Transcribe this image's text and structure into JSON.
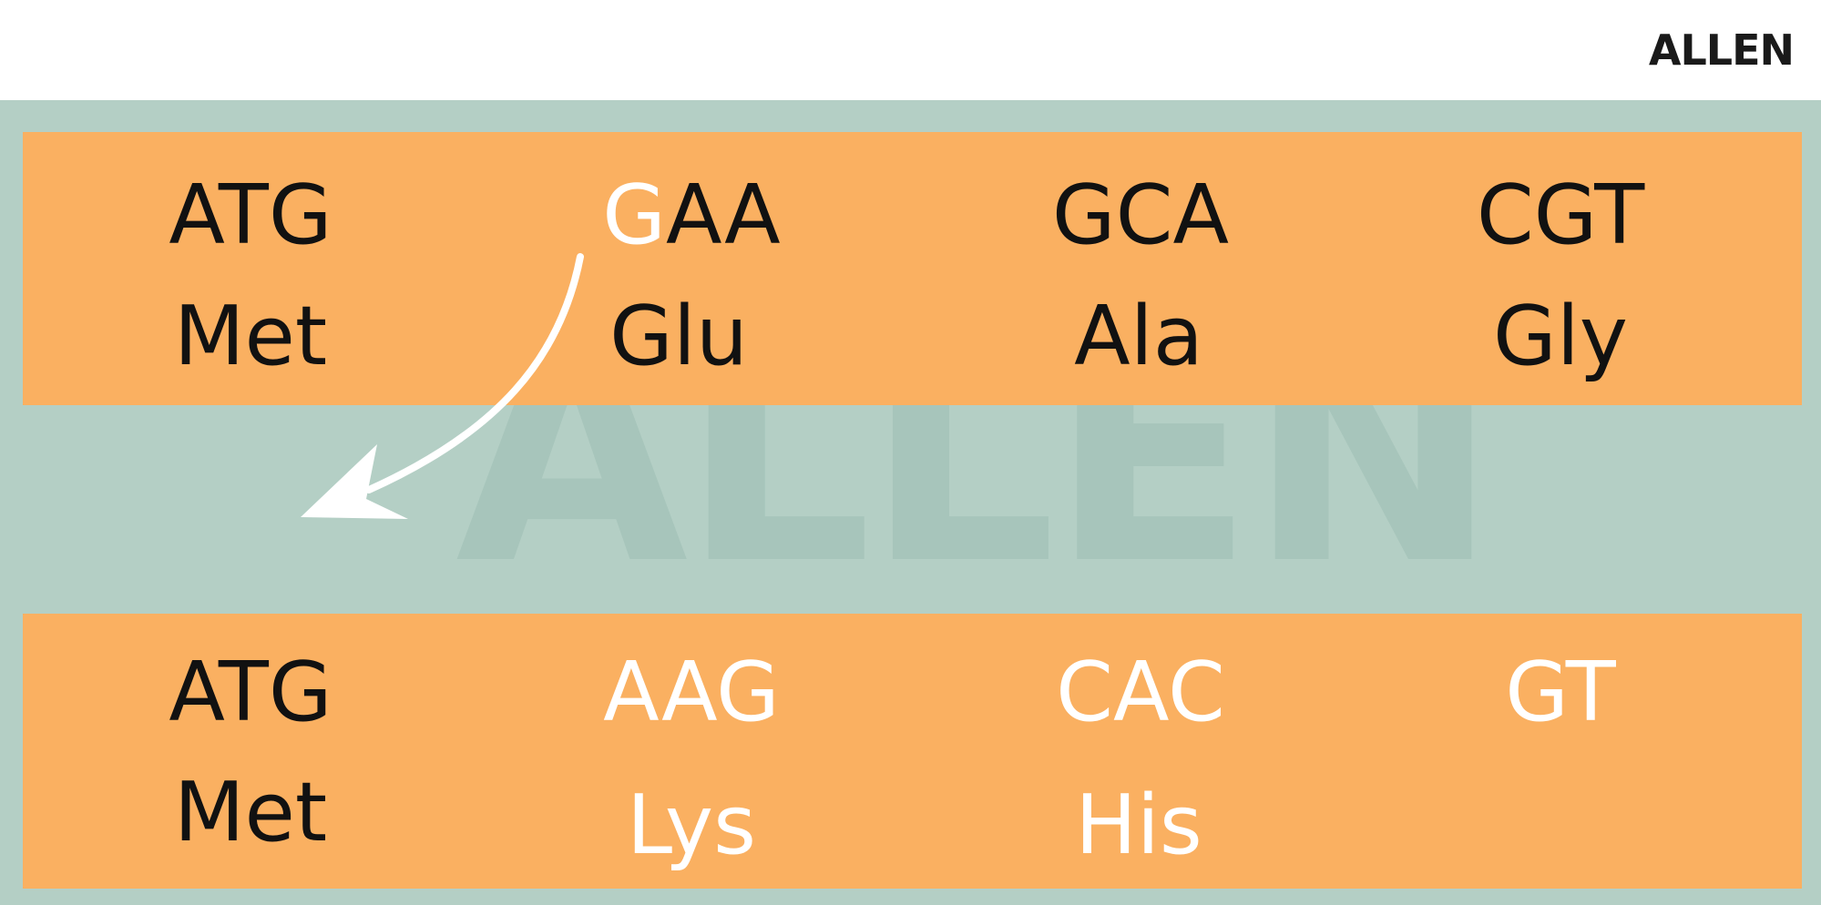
{
  "brand": {
    "logo_text": "ALLEN",
    "watermark_text": "ALLEN"
  },
  "colors": {
    "background": "#b4cfc5",
    "band": "#fab061",
    "text_normal": "#111111",
    "text_changed": "#ffffff",
    "arrow": "#ffffff"
  },
  "original_sequence": {
    "codons": [
      "ATG",
      "GAA",
      "GCA",
      "CGT"
    ],
    "amino_acids": [
      "Met",
      "Glu",
      "Ala",
      "Gly"
    ]
  },
  "mutated_sequence": {
    "codons": [
      "ATG",
      "AAG",
      "CAC",
      "GT"
    ],
    "amino_acids": [
      "Met",
      "Lys",
      "His"
    ]
  },
  "arrow": {
    "from": "original codon 2 (GAA) first base",
    "icon": "curved-arrow-icon"
  }
}
